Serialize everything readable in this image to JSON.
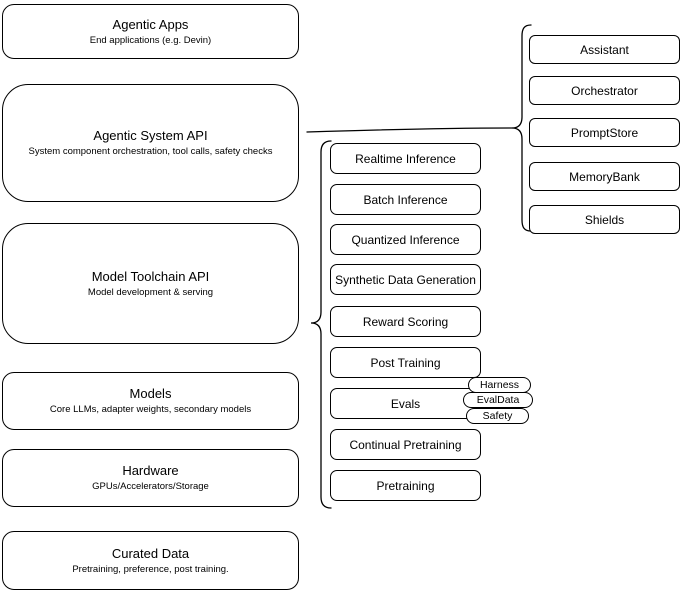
{
  "diagram": {
    "left_stack": [
      {
        "title": "Agentic Apps",
        "subtitle": "End applications (e.g. Devin)"
      },
      {
        "title": "Agentic System API",
        "subtitle": "System component orchestration, tool calls, safety checks"
      },
      {
        "title": "Model Toolchain API",
        "subtitle": "Model development & serving"
      },
      {
        "title": "Models",
        "subtitle": "Core LLMs, adapter weights, secondary models"
      },
      {
        "title": "Hardware",
        "subtitle": "GPUs/Accelerators/Storage"
      },
      {
        "title": "Curated Data",
        "subtitle": "Pretraining, preference, post training."
      }
    ],
    "toolchain_services": [
      "Realtime Inference",
      "Batch Inference",
      "Quantized Inference",
      "Synthetic Data Generation",
      "Reward Scoring",
      "Post Training",
      "Evals",
      "Continual Pretraining",
      "Pretraining"
    ],
    "eval_tags": [
      "Harness",
      "EvalData",
      "Safety"
    ],
    "system_components": [
      "Assistant",
      "Orchestrator",
      "PromptStore",
      "MemoryBank",
      "Shields"
    ],
    "colors": {
      "stroke": "#000000",
      "fill": "#ffffff",
      "background": "#ffffff",
      "text": "#000000"
    }
  }
}
